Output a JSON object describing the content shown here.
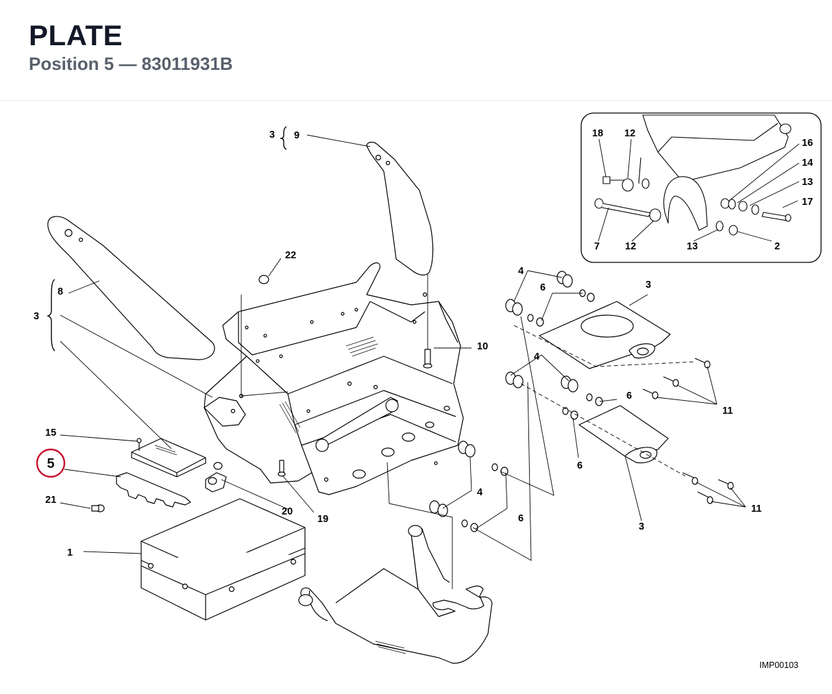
{
  "header": {
    "title": "PLATE",
    "subtitle": "Position 5 — 83011931B"
  },
  "diagram": {
    "image_code": "IMP00103",
    "highlighted_callout": "5",
    "highlight_color": "#c8102e",
    "callouts": {
      "c3_top": "3",
      "c9": "9",
      "c8": "8",
      "c3_left": "3",
      "c22": "22",
      "c10": "10",
      "c4_a": "4",
      "c6_a": "6",
      "c3_plate_a": "3",
      "c4_b": "4",
      "c6_b": "6",
      "c11_a": "11",
      "c6_c": "6",
      "c3_plate_b": "3",
      "c11_b": "11",
      "c4_c": "4",
      "c6_d": "6",
      "c15": "15",
      "c21": "21",
      "c20": "20",
      "c19": "19",
      "c1": "1",
      "i18": "18",
      "i12_a": "12",
      "i16": "16",
      "i14": "14",
      "i13_a": "13",
      "i17": "17",
      "i7": "7",
      "i12_b": "12",
      "i13_b": "13",
      "i2": "2"
    }
  }
}
